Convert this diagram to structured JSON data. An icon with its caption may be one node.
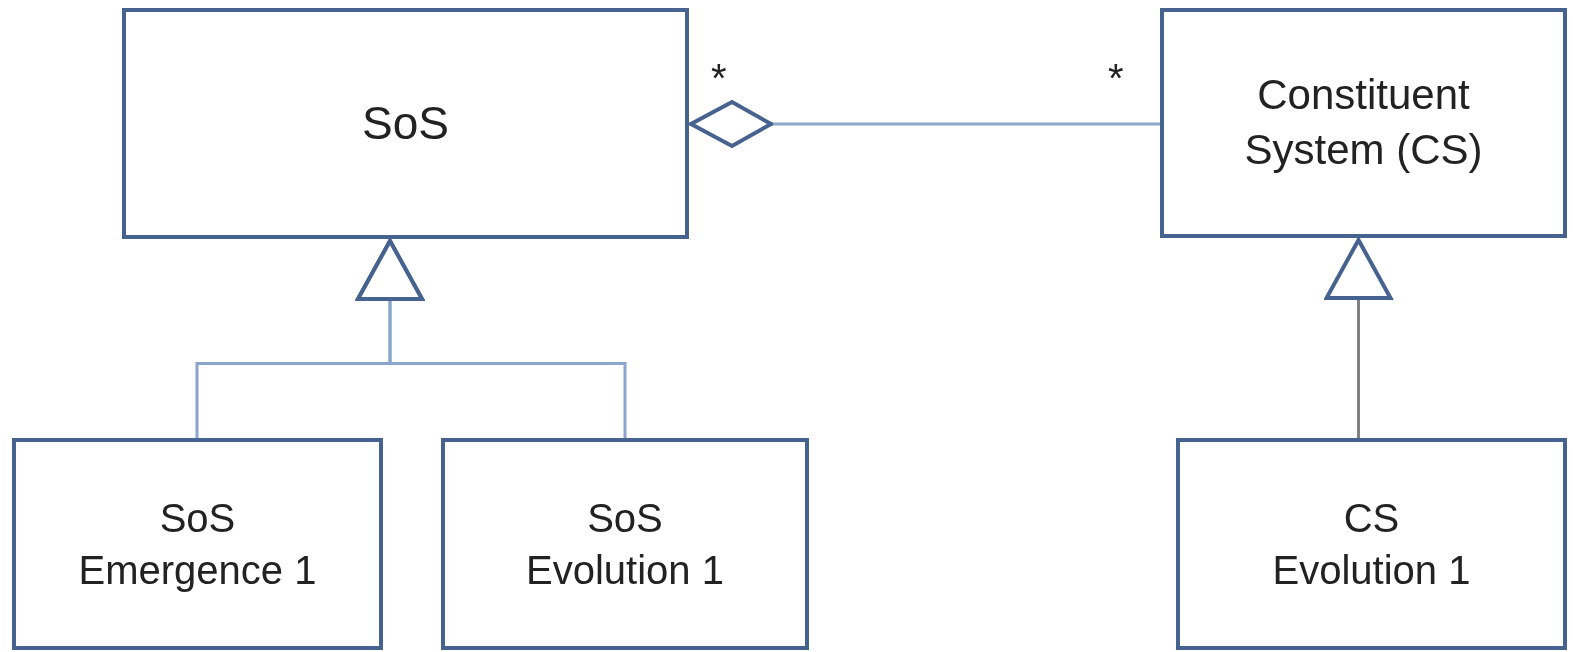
{
  "diagram": {
    "nodes": [
      {
        "text": [
          "SoS"
        ]
      },
      {
        "text": [
          "Constituent System (CS)"
        ]
      },
      {
        "text": [
          "SoS Emergence 1"
        ]
      },
      {
        "text": [
          "SoS Evolution 1"
        ]
      },
      {
        "text": [
          "CS Evolution 1"
        ]
      }
    ],
    "edges": [
      {
        "from": 0,
        "to": 1,
        "arrow": "other"
      },
      {
        "from": 2,
        "to": 0,
        "arrow": "to"
      },
      {
        "from": 3,
        "to": 0,
        "arrow": "to"
      },
      {
        "from": 4,
        "to": 1,
        "arrow": "to",
        "color": "#808080"
      }
    ],
    "labels": [
      "*",
      "*"
    ]
  }
}
